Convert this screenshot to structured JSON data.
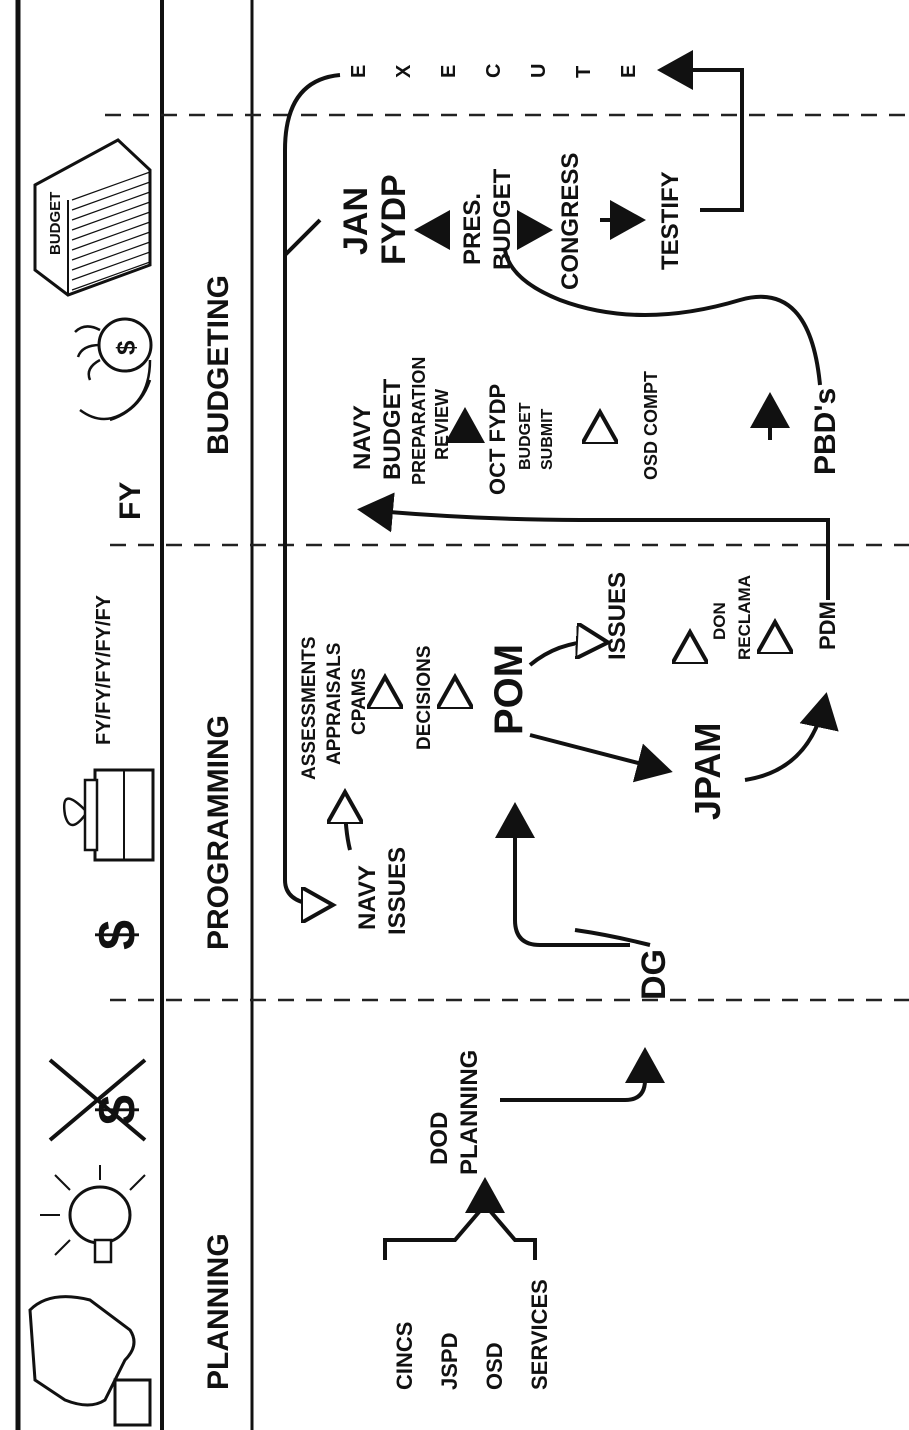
{
  "headers": {
    "planning": "PLANNING",
    "programming": "PROGRAMMING",
    "budgeting": "BUDGETING",
    "fy_years": "FY/FY/FY/FY/FY",
    "fy": "FY",
    "budget_book": "BUDGET"
  },
  "icons": [
    "pointing-hand-icon",
    "light-bulb-icon",
    "crossed-out-dollar-icon",
    "dollar-sign-icon",
    "gift-box-icon",
    "money-bag-hand-icon",
    "budget-book-icon"
  ],
  "planning": {
    "sources": [
      "CINCS",
      "JSPD",
      "OSD",
      "SERVICES"
    ],
    "dod_planning": [
      "DOD",
      "PLANNING"
    ],
    "dg": "DG"
  },
  "programming": {
    "navy_issues": [
      "NAVY",
      "ISSUES"
    ],
    "assessments": [
      "ASSESSMENTS",
      "APPRAISALS",
      "CPAMS"
    ],
    "decisions": "DECISIONS",
    "pom": "POM",
    "issues": "ISSUES",
    "don_reclama": [
      "DON",
      "RECLAMA"
    ],
    "jpam": "JPAM",
    "pdm": "PDM"
  },
  "budgeting": {
    "navy_budget": [
      "NAVY",
      "BUDGET",
      "PREPARATION",
      "REVIEW"
    ],
    "oct_fydp": "OCT FYDP",
    "budget_submit": [
      "BUDGET",
      "SUBMIT"
    ],
    "osd_compt": "OSD COMPT",
    "pbds": "PBD's",
    "jan_fydp": [
      "JAN",
      "FYDP"
    ],
    "pres_budget": [
      "PRES.",
      "BUDGET"
    ],
    "congress": "CONGRESS",
    "testify": "TESTIFY",
    "execute": [
      "E",
      "X",
      "E",
      "C",
      "U",
      "T",
      "E"
    ]
  }
}
